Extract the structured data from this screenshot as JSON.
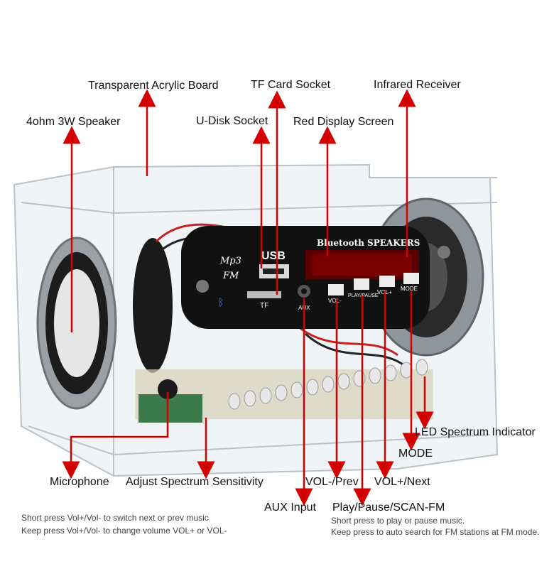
{
  "callouts": {
    "transparent_acrylic_board": "Transparent Acrylic Board",
    "tf_card_socket": "TF Card Socket",
    "infrared_receiver": "Infrared Receiver",
    "speaker": "4ohm 3W Speaker",
    "u_disk_socket": "U-Disk Socket",
    "red_display_screen": "Red Display Screen",
    "led_spectrum_indicator": "LED Spectrum Indicator",
    "mode": "MODE",
    "microphone": "Microphone",
    "adjust_spectrum_sensitivity": "Adjust Spectrum Sensitivity",
    "vol_minus_prev": "VOL-/Prev",
    "vol_plus_next": "VOL+/Next",
    "aux_input": "AUX Input",
    "play_pause_scan_fm": "Play/Pause/SCAN-FM"
  },
  "notes": {
    "vol_line1": "Short press Vol+/Vol- to switch next or prev music",
    "vol_line2": "Keep press Vol+/Vol- to change volume VOL+ or VOL-",
    "play_line1": "Short press to play or pause music.",
    "play_line2": "Keep press to auto search for FM stations at FM mode."
  },
  "panel": {
    "logo_top": "Mp3",
    "logo_bottom": "FM",
    "usb": "USB",
    "tf": "TF",
    "aux": "AUX",
    "title": "Bluetooth SPEAKERS",
    "btn_vol_minus": "VOL-",
    "btn_play": "PLAY/PAUSE",
    "btn_vol_plus": "VOL+",
    "btn_mode": "MODE"
  },
  "colors": {
    "arrow": "#d40000",
    "panel": "#111111",
    "display": "#7a0000"
  }
}
